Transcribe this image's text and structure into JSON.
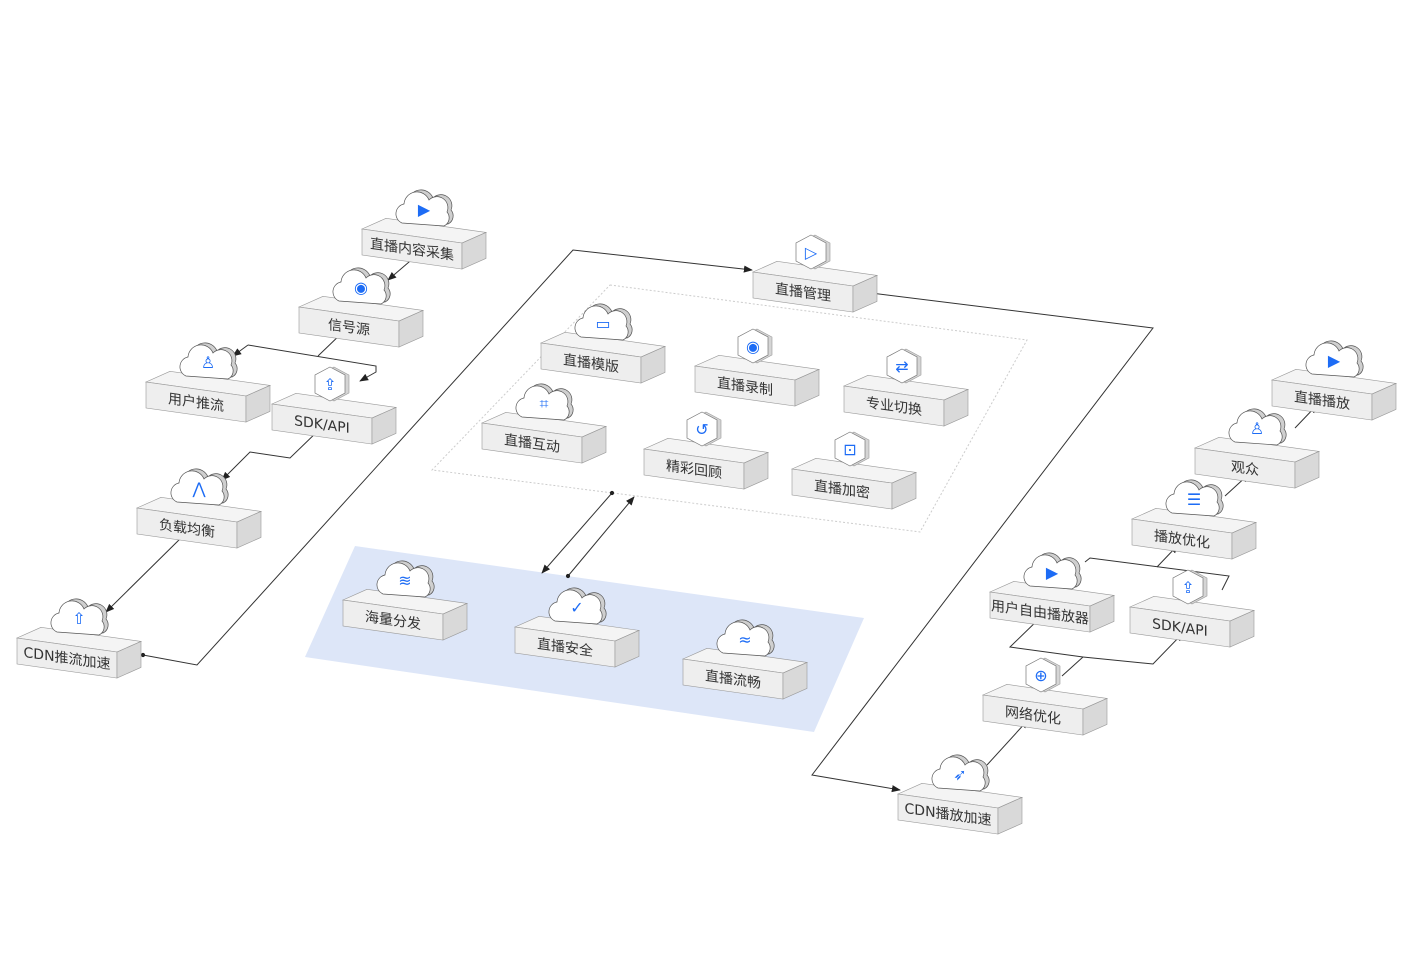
{
  "colors": {
    "accent": "#1d6cf5",
    "region": "#dde6f8",
    "face": "#eeeeee",
    "side": "#d9d9d9"
  },
  "nodes": [
    {
      "id": "capture",
      "label": "直播内容采集",
      "icon": "video-camera-icon",
      "shape": "cloud"
    },
    {
      "id": "signal",
      "label": "信号源",
      "icon": "antenna-icon",
      "shape": "cloud"
    },
    {
      "id": "user-push",
      "label": "用户推流",
      "icon": "user-icon",
      "shape": "cloud"
    },
    {
      "id": "sdk-left",
      "label": "SDK/API",
      "icon": "sdk-icon",
      "shape": "hex"
    },
    {
      "id": "load-balance",
      "label": "负载均衡",
      "icon": "network-nodes-icon",
      "shape": "cloud"
    },
    {
      "id": "cdn-push",
      "label": "CDN推流加速",
      "icon": "cloud-upload-icon",
      "shape": "cloud"
    },
    {
      "id": "live-manage",
      "label": "直播管理",
      "icon": "screen-play-icon",
      "shape": "hex"
    },
    {
      "id": "template",
      "label": "直播模版",
      "icon": "tv-icon",
      "shape": "cloud"
    },
    {
      "id": "record",
      "label": "直播录制",
      "icon": "record-icon",
      "shape": "hex"
    },
    {
      "id": "switch",
      "label": "专业切换",
      "icon": "switch-arrows-icon",
      "shape": "hex"
    },
    {
      "id": "interact",
      "label": "直播互动",
      "icon": "scan-icon",
      "shape": "cloud"
    },
    {
      "id": "review",
      "label": "精彩回顾",
      "icon": "history-icon",
      "shape": "hex"
    },
    {
      "id": "encrypt",
      "label": "直播加密",
      "icon": "lock-icon",
      "shape": "hex"
    },
    {
      "id": "distribute",
      "label": "海量分发",
      "icon": "layers-icon",
      "shape": "cloud"
    },
    {
      "id": "security",
      "label": "直播安全",
      "icon": "shield-icon",
      "shape": "cloud"
    },
    {
      "id": "smooth",
      "label": "直播流畅",
      "icon": "waves-icon",
      "shape": "cloud"
    },
    {
      "id": "playback",
      "label": "直播播放",
      "icon": "video-camera-icon",
      "shape": "cloud"
    },
    {
      "id": "audience",
      "label": "观众",
      "icon": "user-icon",
      "shape": "cloud"
    },
    {
      "id": "play-optimize",
      "label": "播放优化",
      "icon": "sliders-icon",
      "shape": "cloud"
    },
    {
      "id": "player",
      "label": "用户自由播放器",
      "icon": "play-icon",
      "shape": "cloud"
    },
    {
      "id": "sdk-right",
      "label": "SDK/API",
      "icon": "sdk-icon",
      "shape": "hex"
    },
    {
      "id": "net-optimize",
      "label": "网络优化",
      "icon": "globe-icon",
      "shape": "hex"
    },
    {
      "id": "cdn-play",
      "label": "CDN播放加速",
      "icon": "rocket-icon",
      "shape": "cloud"
    }
  ]
}
